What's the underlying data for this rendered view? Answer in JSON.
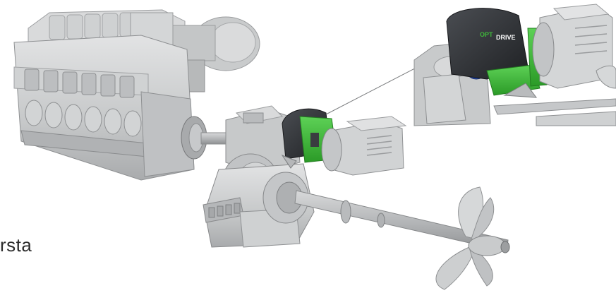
{
  "caption": {
    "fragment": "rsta"
  },
  "inset": {
    "brand_left": "OPT",
    "brand_right": "DRIVE"
  },
  "colors": {
    "accent_green": "#3fb83a",
    "housing_dark": "#2f3136",
    "coupling_blue": "#2a4fb0",
    "machinery_grey": "#c9cbcc"
  }
}
